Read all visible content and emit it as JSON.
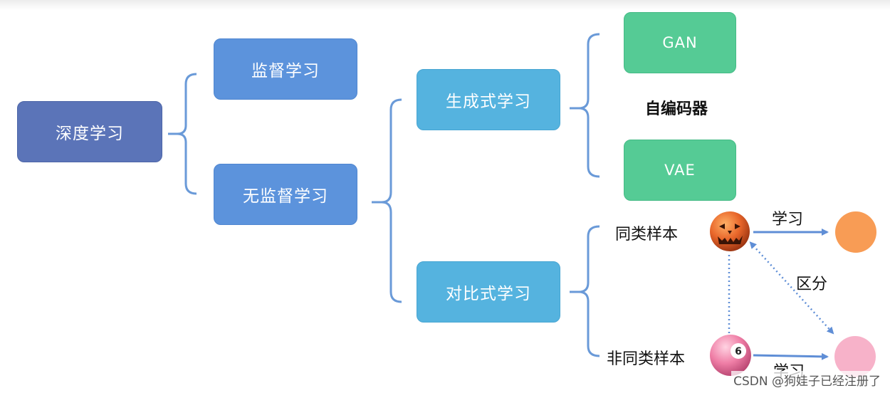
{
  "nodes": {
    "root": "深度学习",
    "supervised": "监督学习",
    "unsupervised": "无监督学习",
    "generative": "生成式学习",
    "contrastive": "对比式学习",
    "gan": "GAN",
    "vae": "VAE"
  },
  "labels": {
    "autoencoder": "自编码器",
    "same_class": "同类样本",
    "diff_class": "非同类样本",
    "learn_top": "学习",
    "learn_bottom": "学习",
    "distinguish": "区分"
  },
  "watermark": "CSDN @狗娃子已经注册了",
  "colors": {
    "root": "#5b74b8",
    "level1": "#5c93dc",
    "level2": "#55b3df",
    "leaf": "#55cb95",
    "connector": "#6a9ad8",
    "arrow": "#5f8ed6",
    "orange_circle": "#f89c55",
    "pink_circle": "#f7b2c9"
  },
  "icons": {
    "pumpkin": "jack-o-lantern-ball-icon",
    "pink_ball": "billiard-ball-6-icon"
  },
  "ball_number": "6"
}
